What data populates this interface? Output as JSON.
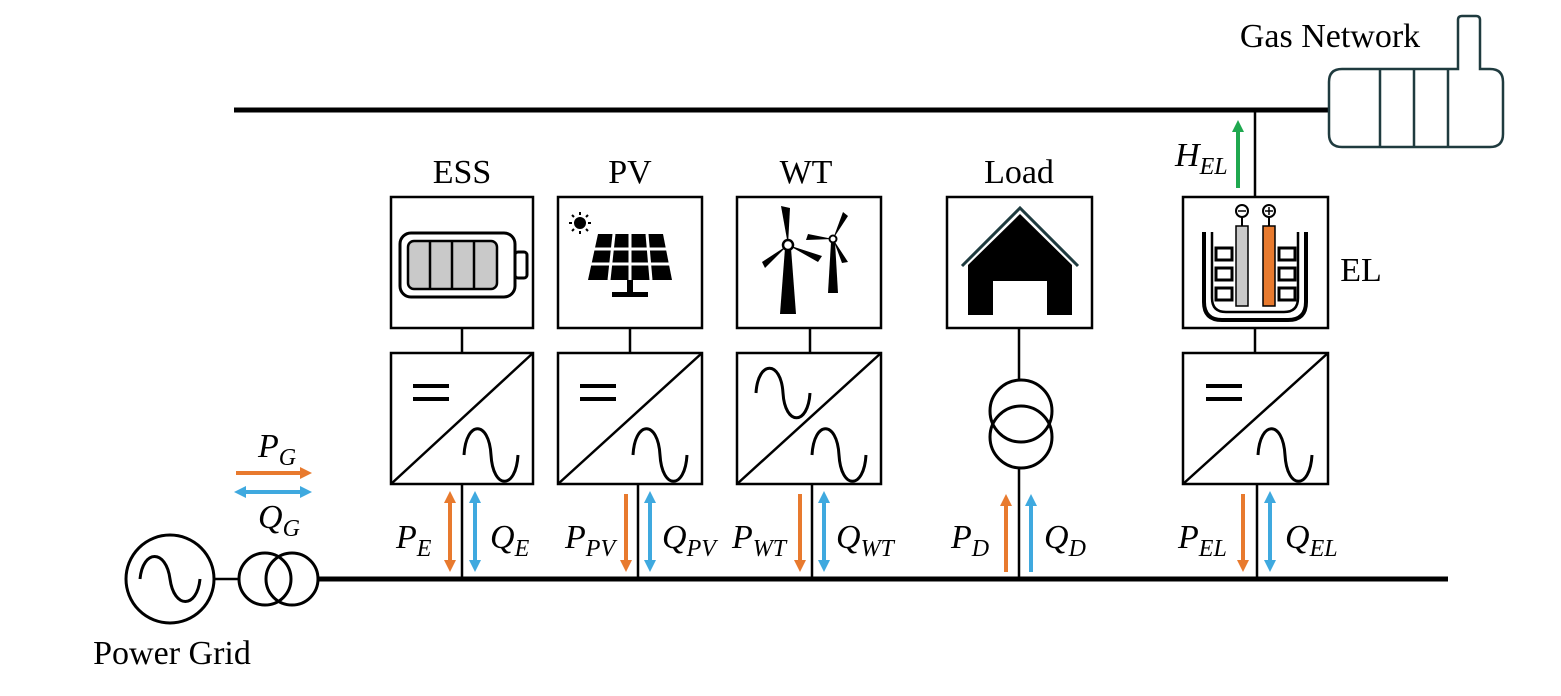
{
  "labels": {
    "gas_network": "Gas Network",
    "ess": "ESS",
    "pv": "PV",
    "wt": "WT",
    "load": "Load",
    "el": "EL",
    "power_grid": "Power Grid"
  },
  "variables": {
    "p_g": {
      "base": "P",
      "sub": "G"
    },
    "q_g": {
      "base": "Q",
      "sub": "G"
    },
    "p_e": {
      "base": "P",
      "sub": "E"
    },
    "q_e": {
      "base": "Q",
      "sub": "E"
    },
    "p_pv": {
      "base": "P",
      "sub": "PV"
    },
    "q_pv": {
      "base": "Q",
      "sub": "PV"
    },
    "p_wt": {
      "base": "P",
      "sub": "WT"
    },
    "q_wt": {
      "base": "Q",
      "sub": "WT"
    },
    "p_d": {
      "base": "P",
      "sub": "D"
    },
    "q_d": {
      "base": "Q",
      "sub": "D"
    },
    "p_el": {
      "base": "P",
      "sub": "EL"
    },
    "q_el": {
      "base": "Q",
      "sub": "EL"
    },
    "h_el": {
      "base": "H",
      "sub": "EL"
    }
  },
  "colors": {
    "active_power": "#E87A2E",
    "reactive_power": "#3FA9DF",
    "hydrogen": "#1FA84F",
    "gas_tank": "#1F3B3F",
    "battery_fill": "#C9C9C9",
    "line": "#000000"
  },
  "icons": [
    "battery-icon",
    "solar-panel-icon",
    "wind-turbine-icon",
    "house-icon",
    "electrolyzer-icon",
    "gas-tank-icon",
    "ac-generator-icon",
    "transformer-icon",
    "dc-ac-converter-icon",
    "ac-ac-converter-icon"
  ]
}
